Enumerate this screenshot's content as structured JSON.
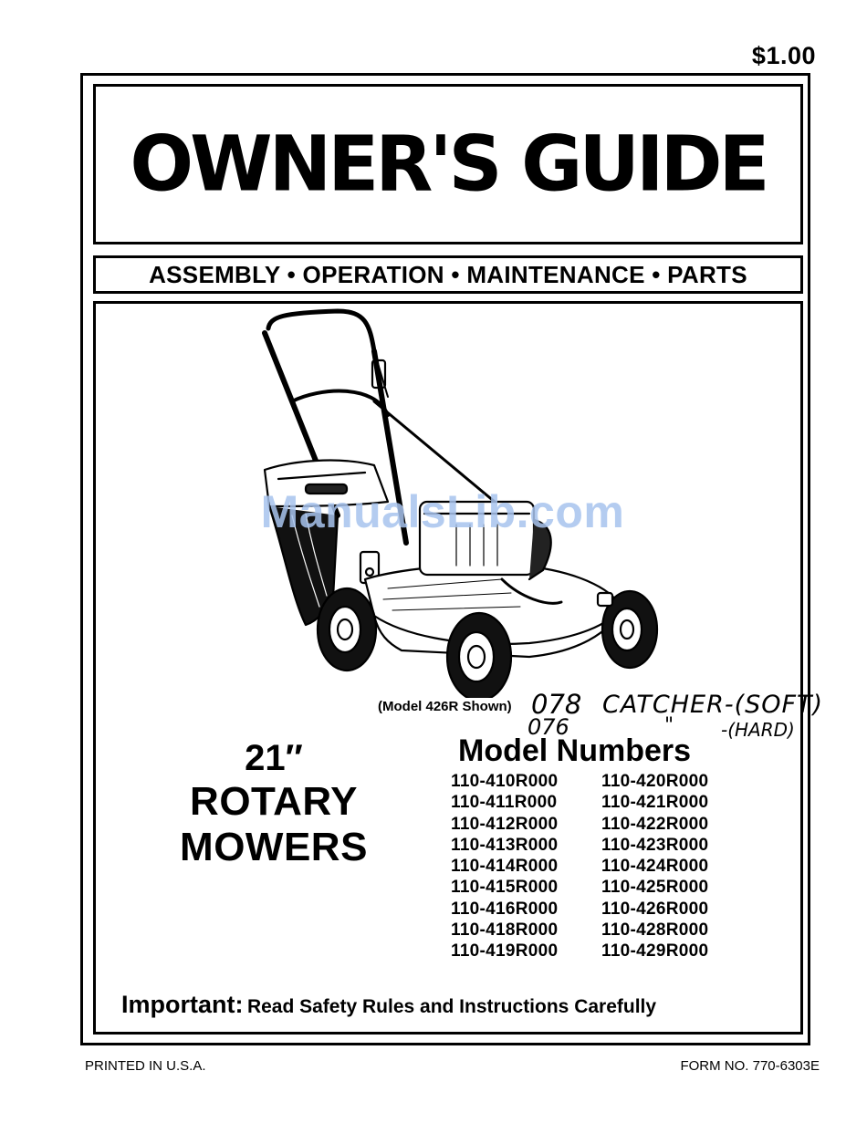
{
  "price": "$1.00",
  "title": "OWNER'S GUIDE",
  "subtitle": "ASSEMBLY • OPERATION • MAINTENANCE • PARTS",
  "watermark": "ManualsLib.com",
  "image_caption": "(Model 426R Shown)",
  "handwritten": {
    "code1": "078",
    "note1": "CATCHER-(SOFT)",
    "code2": "076",
    "ditto": "\"",
    "note2": "-(HARD)"
  },
  "product": {
    "size": "21″",
    "line1": "ROTARY",
    "line2": "MOWERS"
  },
  "models_heading": "Model Numbers",
  "models": [
    "110-410R000",
    "110-420R000",
    "110-411R000",
    "110-421R000",
    "110-412R000",
    "110-422R000",
    "110-413R000",
    "110-423R000",
    "110-414R000",
    "110-424R000",
    "110-415R000",
    "110-425R000",
    "110-416R000",
    "110-426R000",
    "110-418R000",
    "110-428R000",
    "110-419R000",
    "110-429R000"
  ],
  "important": {
    "label": "Important:",
    "text": "Read Safety Rules and Instructions Carefully"
  },
  "footer": {
    "left": "PRINTED IN U.S.A.",
    "right": "FORM NO. 770-6303E"
  }
}
